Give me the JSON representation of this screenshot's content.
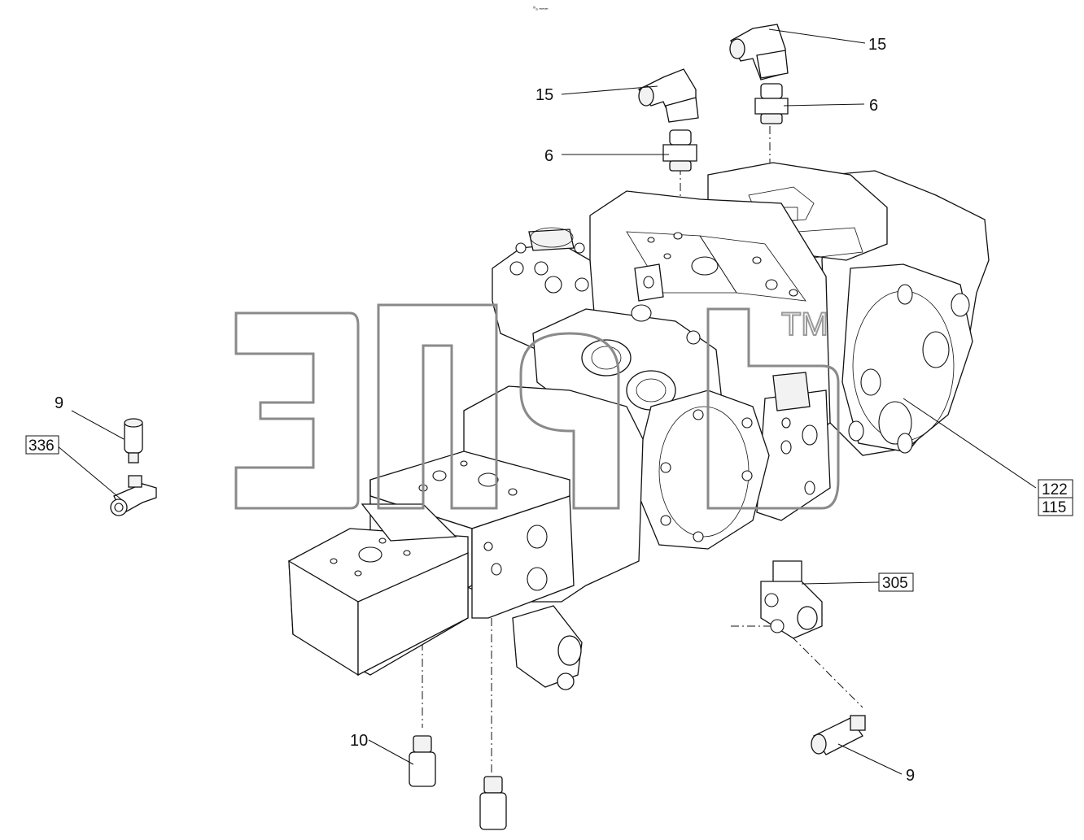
{
  "figure": {
    "header_mark": "ᵐₐ ₘₘₘ",
    "watermark": {
      "text": "элгь",
      "trademark": "TM"
    },
    "callouts": [
      {
        "id": "c15a",
        "label": "15"
      },
      {
        "id": "c15b",
        "label": "15"
      },
      {
        "id": "c6a",
        "label": "6"
      },
      {
        "id": "c6b",
        "label": "6"
      },
      {
        "id": "c9a",
        "label": "9"
      },
      {
        "id": "c336",
        "label": "336",
        "boxed": true
      },
      {
        "id": "c122",
        "label": "122",
        "boxed": true
      },
      {
        "id": "c115",
        "label": "115",
        "boxed": true
      },
      {
        "id": "c305",
        "label": "305",
        "boxed": true
      },
      {
        "id": "c10",
        "label": "10"
      },
      {
        "id": "c9b",
        "label": "9"
      }
    ]
  },
  "icons": {
    "assembly": "hydraulic-pump-assembly-drawing",
    "elbow": "elbow-fitting-icon",
    "adapter": "adapter-fitting-icon",
    "cap": "cap-plug-icon",
    "tee": "tee-fitting-icon",
    "valve": "valve-block-icon"
  }
}
